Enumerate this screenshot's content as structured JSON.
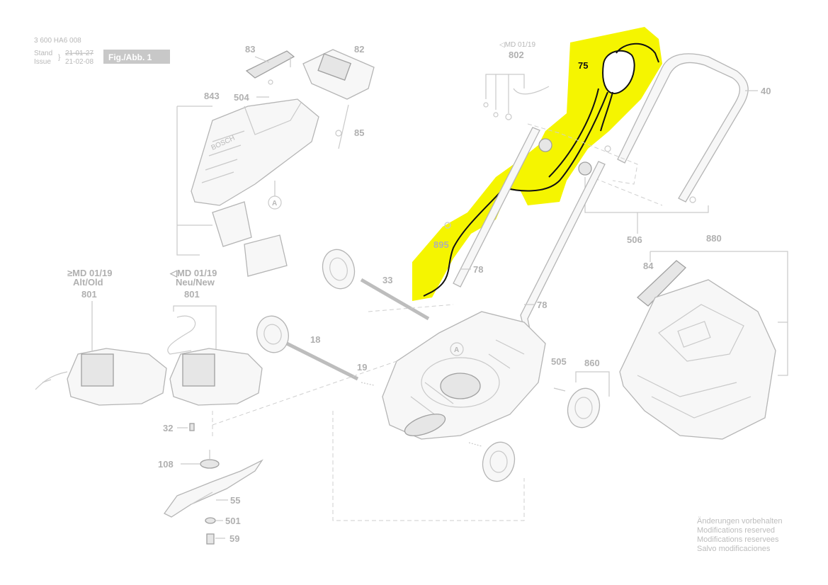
{
  "header": {
    "doc_number": "3 600 HA6 008",
    "stand_label": "Stand",
    "stand_date": "21-01-27",
    "issue_label": "Issue",
    "issue_date": "21-02-08",
    "figure_badge": "Fig./Abb. 1"
  },
  "parts": {
    "p75": "75",
    "p40": "40",
    "p802": "802",
    "p802_tag": "◁MD 01/19",
    "p83": "83",
    "p82": "82",
    "p843": "843",
    "p504": "504",
    "p85": "85",
    "p895": "895",
    "p78a": "78",
    "p78b": "78",
    "p506": "506",
    "p880": "880",
    "p84": "84",
    "p33": "33",
    "p18": "18",
    "p19": "19",
    "p505": "505",
    "p860": "860",
    "p801_old_tag": "≥MD 01/19",
    "p801_old_sub": "Alt/Old",
    "p801_old": "801",
    "p801_new_tag": "◁MD 01/19",
    "p801_new_sub": "Neu/New",
    "p801_new": "801",
    "p32": "32",
    "p108": "108",
    "p55": "55",
    "p501": "501",
    "p59": "59",
    "marker_a1": "A",
    "marker_a2": "A"
  },
  "footer": {
    "line1": "Änderungen vorbehalten",
    "line2": "Modifications reserved",
    "line3": "Modifications reservees",
    "line4": "Salvo modificaciones"
  },
  "colors": {
    "highlight": "#f5f500",
    "line": "#c9c9c9",
    "label": "#b0b0b0",
    "emphasis": "#111111"
  }
}
